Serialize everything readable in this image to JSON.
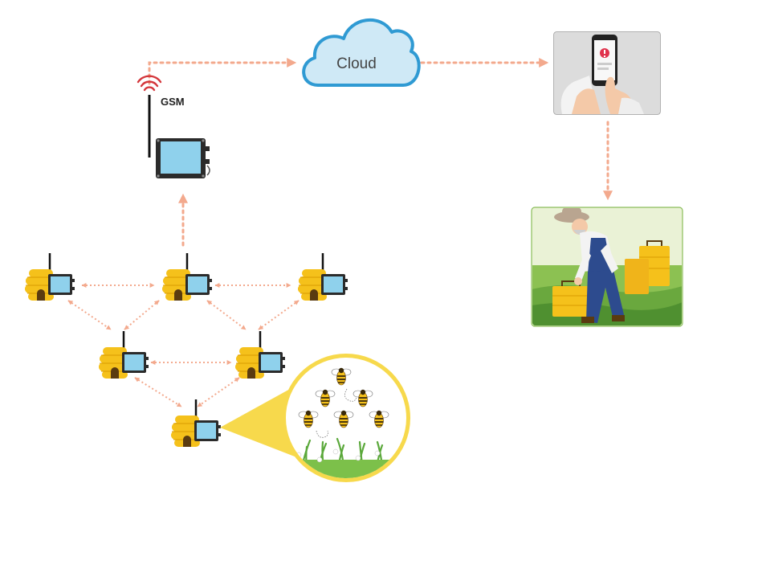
{
  "diagram": {
    "cloud_label": "Cloud",
    "gsm_label": "GSM",
    "colors": {
      "arrow": "#f3a98d",
      "cloud_fill": "#cfe9f6",
      "cloud_stroke": "#2f9ad3",
      "hive": "#f5c11b",
      "hive_dark": "#d99c00",
      "sensor_screen": "#8fd1ec",
      "gsm_signal": "#d4363b",
      "bubble": "#f7d94c",
      "grass": "#5aa83a",
      "phone_alert": "#e0334d"
    },
    "nodes": [
      {
        "id": "gsm-gateway",
        "icon": "gsm-gateway-icon"
      },
      {
        "id": "cloud",
        "icon": "cloud-icon"
      },
      {
        "id": "smartphone-alert",
        "icon": "smartphone-alert-icon"
      },
      {
        "id": "beekeeper",
        "icon": "beekeeper-icon"
      },
      {
        "id": "hive-1",
        "icon": "beehive-sensor-icon"
      },
      {
        "id": "hive-2",
        "icon": "beehive-sensor-icon"
      },
      {
        "id": "hive-3",
        "icon": "beehive-sensor-icon"
      },
      {
        "id": "hive-4",
        "icon": "beehive-sensor-icon"
      },
      {
        "id": "hive-5",
        "icon": "beehive-sensor-icon"
      },
      {
        "id": "hive-6",
        "icon": "beehive-sensor-icon"
      }
    ],
    "edges": [
      {
        "from": "gsm-gateway",
        "to": "cloud",
        "style": "dashed",
        "direction": "forward"
      },
      {
        "from": "cloud",
        "to": "smartphone-alert",
        "style": "dashed",
        "direction": "forward"
      },
      {
        "from": "smartphone-alert",
        "to": "beekeeper",
        "style": "dashed",
        "direction": "forward"
      },
      {
        "from": "hive-2",
        "to": "gsm-gateway",
        "style": "dashed",
        "direction": "forward"
      },
      {
        "from": "hive-1",
        "to": "hive-2",
        "style": "dotted",
        "direction": "both"
      },
      {
        "from": "hive-2",
        "to": "hive-3",
        "style": "dotted",
        "direction": "both"
      },
      {
        "from": "hive-1",
        "to": "hive-4",
        "style": "dotted",
        "direction": "both"
      },
      {
        "from": "hive-2",
        "to": "hive-4",
        "style": "dotted",
        "direction": "both"
      },
      {
        "from": "hive-2",
        "to": "hive-5",
        "style": "dotted",
        "direction": "both"
      },
      {
        "from": "hive-3",
        "to": "hive-5",
        "style": "dotted",
        "direction": "both"
      },
      {
        "from": "hive-4",
        "to": "hive-5",
        "style": "dotted",
        "direction": "both"
      },
      {
        "from": "hive-4",
        "to": "hive-6",
        "style": "dotted",
        "direction": "both"
      },
      {
        "from": "hive-5",
        "to": "hive-6",
        "style": "dotted",
        "direction": "both"
      }
    ]
  }
}
